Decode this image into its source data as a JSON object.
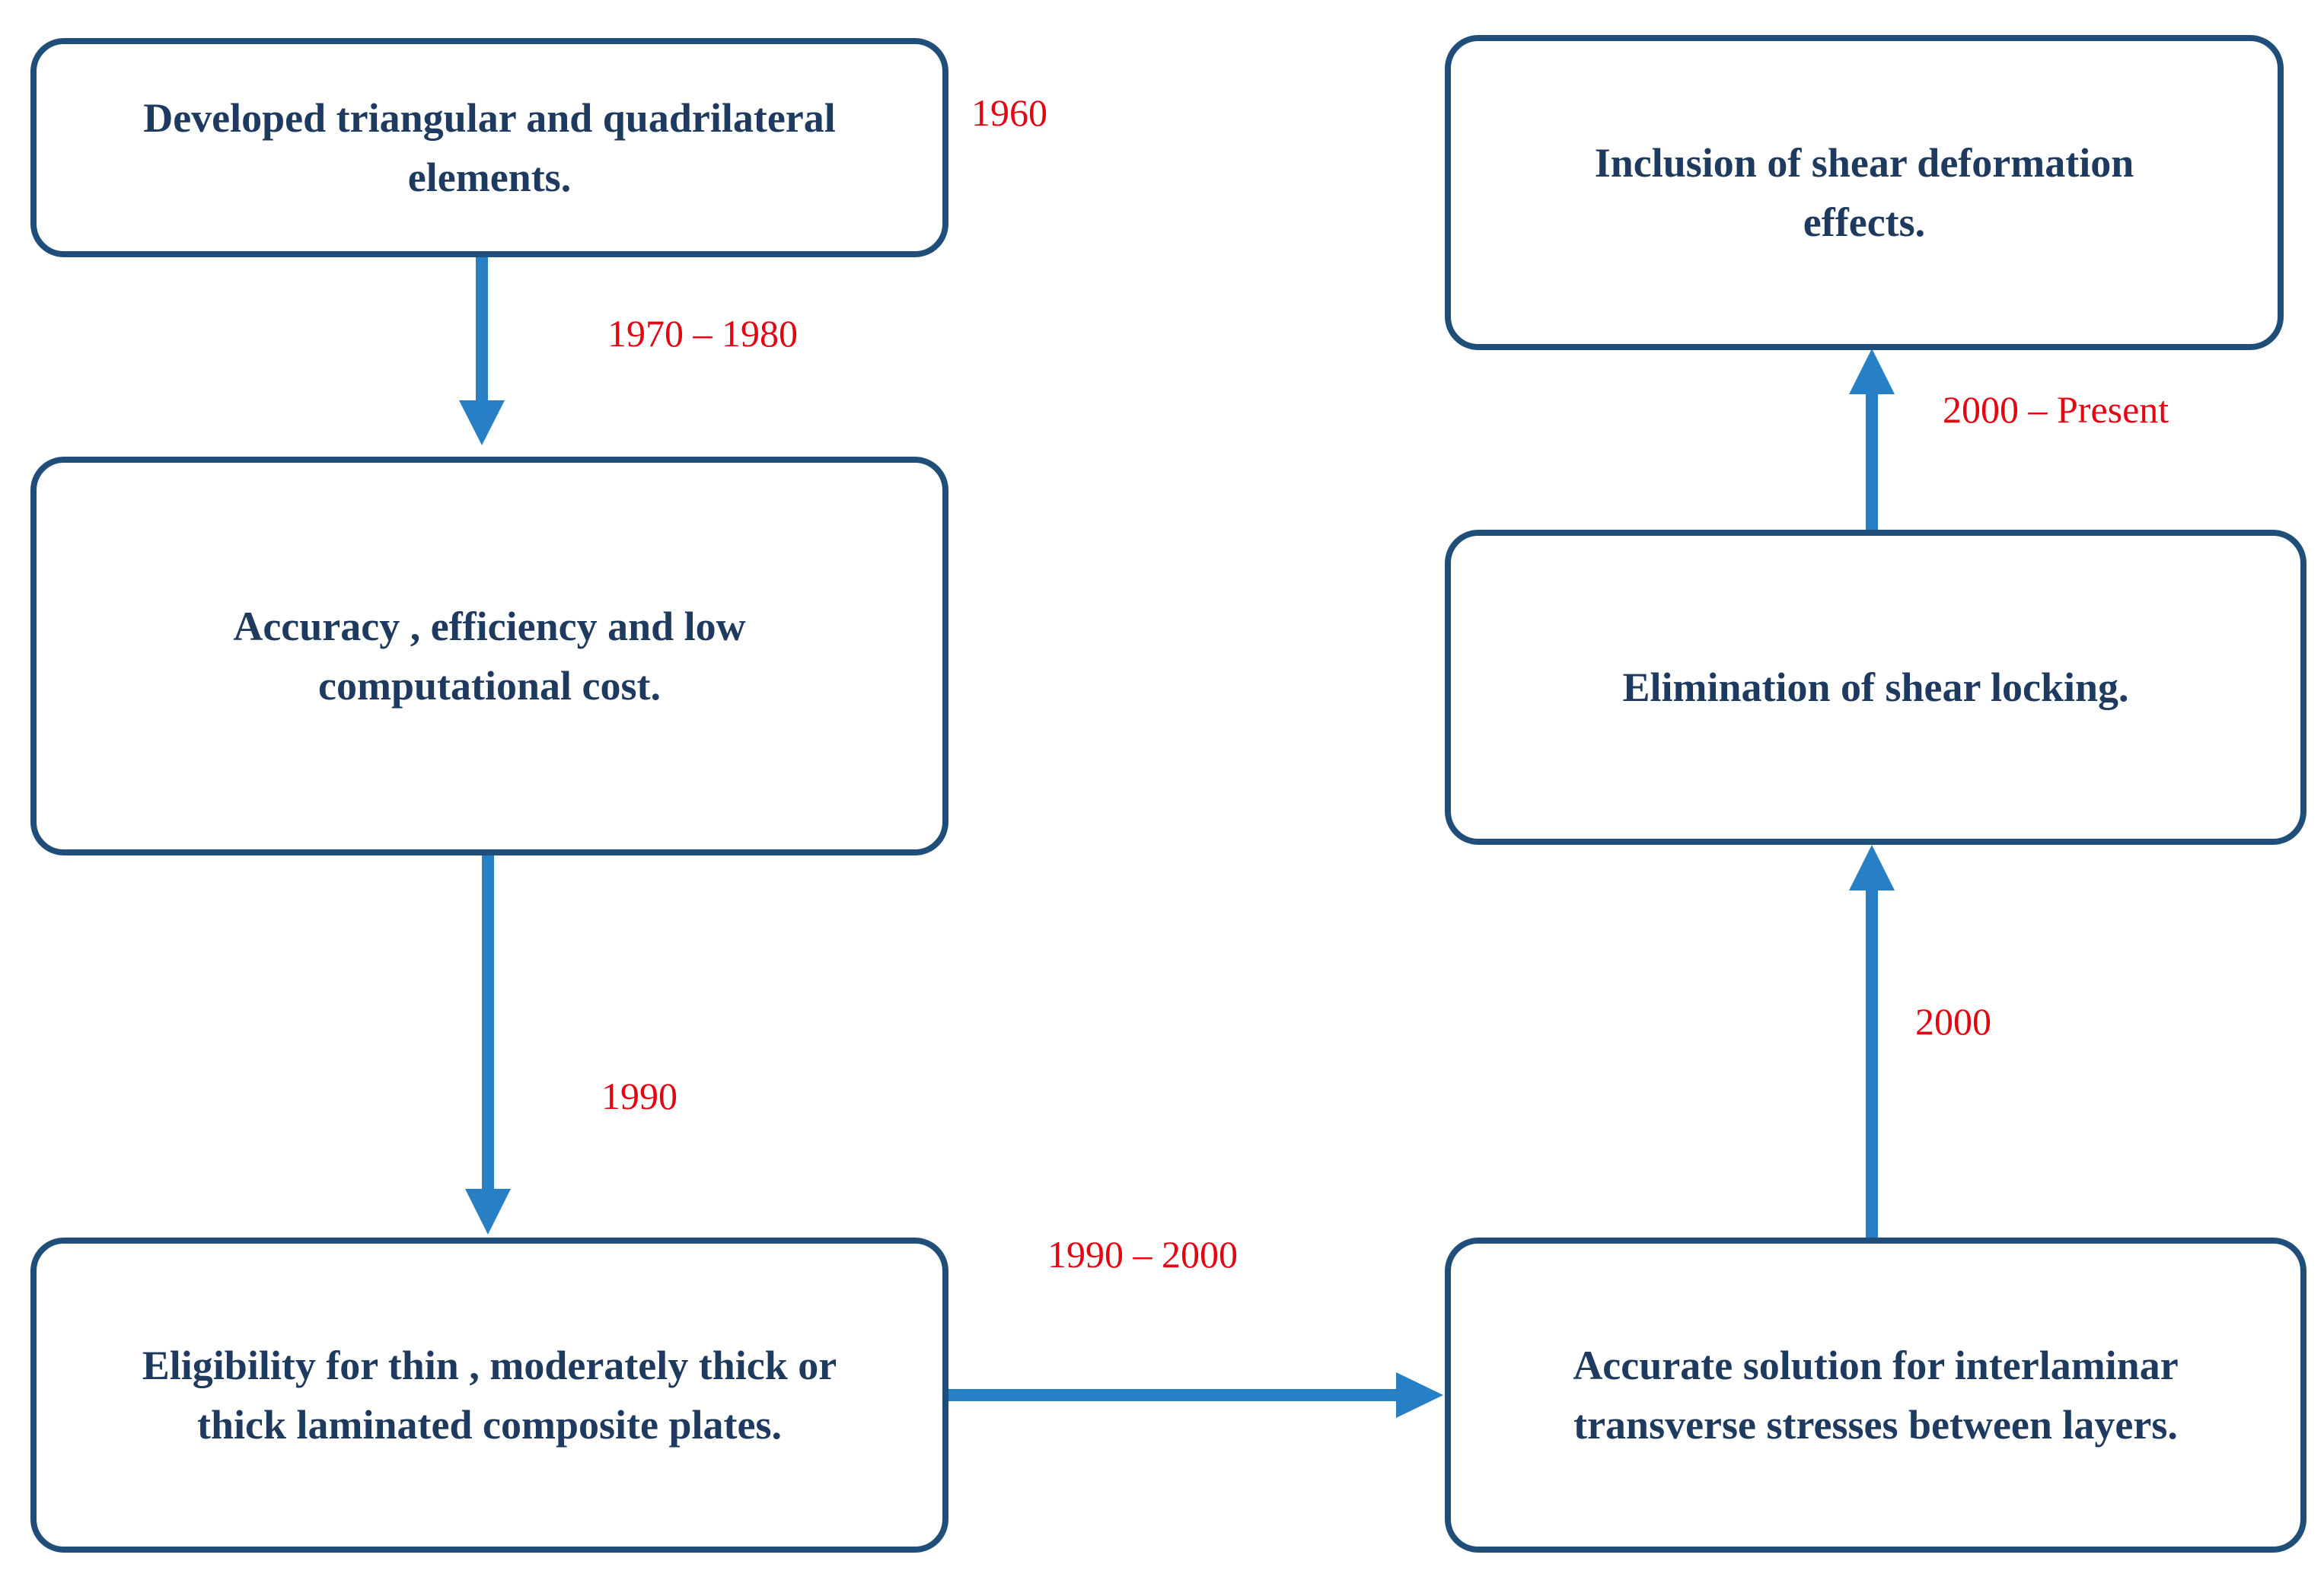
{
  "nodes": [
    {
      "id": "box1",
      "lines": [
        "Developed triangular and quadrilateral",
        "elements."
      ]
    },
    {
      "id": "box2",
      "lines": [
        "Accuracy , efficiency and low",
        "computational cost."
      ]
    },
    {
      "id": "box3",
      "lines": [
        "Eligibility for thin , moderately thick or",
        "thick laminated composite plates."
      ]
    },
    {
      "id": "box4",
      "lines": [
        "Accurate solution for interlaminar",
        "transverse stresses between layers."
      ]
    },
    {
      "id": "box5",
      "lines": [
        "Elimination of shear locking."
      ]
    },
    {
      "id": "box6",
      "lines": [
        "Inclusion of shear deformation",
        "effects."
      ]
    }
  ],
  "periods": {
    "p1": "1960",
    "p2": "1970 – 1980",
    "p3": "1990",
    "p4": "1990 – 2000",
    "p5": "2000",
    "p6": "2000 – Present"
  },
  "edges": [
    {
      "from": "box1",
      "to": "box2"
    },
    {
      "from": "box2",
      "to": "box3"
    },
    {
      "from": "box3",
      "to": "box4"
    },
    {
      "from": "box4",
      "to": "box5"
    },
    {
      "from": "box5",
      "to": "box6"
    }
  ],
  "colors": {
    "box_border": "#1f4e79",
    "box_text": "#1f3a5f",
    "arrow": "#2780c6",
    "period_text": "#e30613"
  }
}
